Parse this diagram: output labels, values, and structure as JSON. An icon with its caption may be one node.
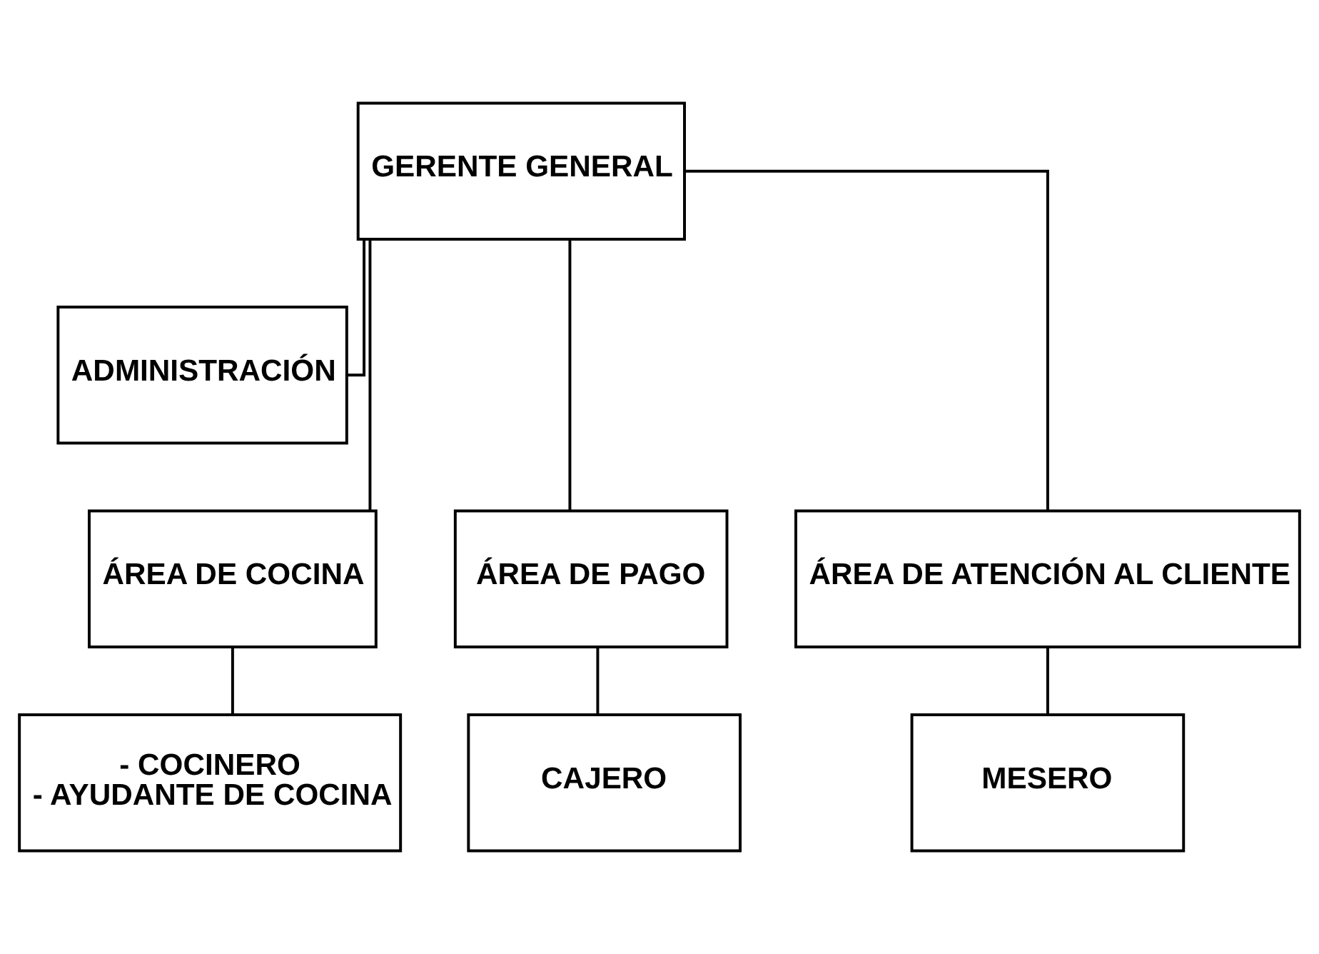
{
  "diagram": {
    "nodes": [
      {
        "text": [
          "GERENTE GENERAL"
        ]
      },
      {
        "text": [
          "ADMINISTRACIÓN"
        ]
      },
      {
        "text": [
          "ÁREA DE COCINA"
        ]
      },
      {
        "text": [
          "ÁREA DE PAGO"
        ]
      },
      {
        "text": [
          "ÁREA DE ATENCIÓN AL CLIENTE"
        ]
      },
      {
        "text": [
          "- COCINERO",
          "- AYUDANTE DE COCINA"
        ]
      },
      {
        "text": [
          "CAJERO"
        ]
      },
      {
        "text": [
          "MESERO"
        ]
      }
    ],
    "edges": [
      {
        "from": 0,
        "to": 1,
        "arrow": "none"
      },
      {
        "from": 0,
        "to": 2,
        "arrow": "none"
      },
      {
        "from": 0,
        "to": 3,
        "arrow": "none"
      },
      {
        "from": 0,
        "to": 4,
        "arrow": "none"
      },
      {
        "from": 2,
        "to": 5,
        "arrow": "none"
      },
      {
        "from": 3,
        "to": 6,
        "arrow": "none"
      },
      {
        "from": 4,
        "to": 7,
        "arrow": "none"
      }
    ]
  }
}
